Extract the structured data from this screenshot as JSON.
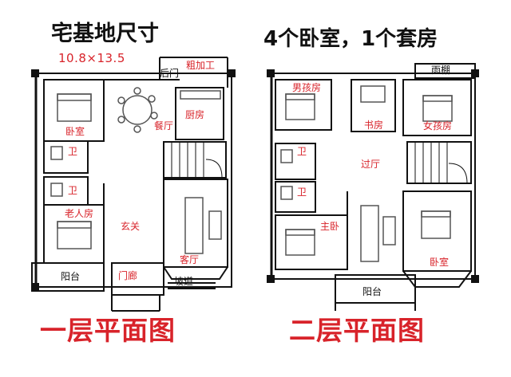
{
  "left_plan": {
    "title": "宅基地尺寸",
    "dimensions": "10.8×13.5",
    "floor_label": "一层平面图",
    "rooms": {
      "back_door": "后门",
      "rough_processing": "粗加工",
      "bedroom": "卧室",
      "dining": "餐厅",
      "kitchen": "厨房",
      "bath_1": "卫",
      "bath_2": "卫",
      "elder_room": "老人房",
      "foyer": "玄关",
      "living": "客厅",
      "balcony": "阳台",
      "porch": "门廊",
      "ramp": "坡道"
    }
  },
  "right_plan": {
    "title": "4个卧室，1个套房",
    "floor_label": "二层平面图",
    "rooms": {
      "canopy": "雨棚",
      "boys_room": "男孩房",
      "study": "书房",
      "girls_room": "女孩房",
      "bath_1": "卫",
      "hall": "过厅",
      "bath_2": "卫",
      "master": "主卧",
      "bedroom": "卧室",
      "balcony": "阳台"
    }
  },
  "colors": {
    "label_red": "#d8232a",
    "wall": "#111111",
    "furniture": "#555555"
  }
}
